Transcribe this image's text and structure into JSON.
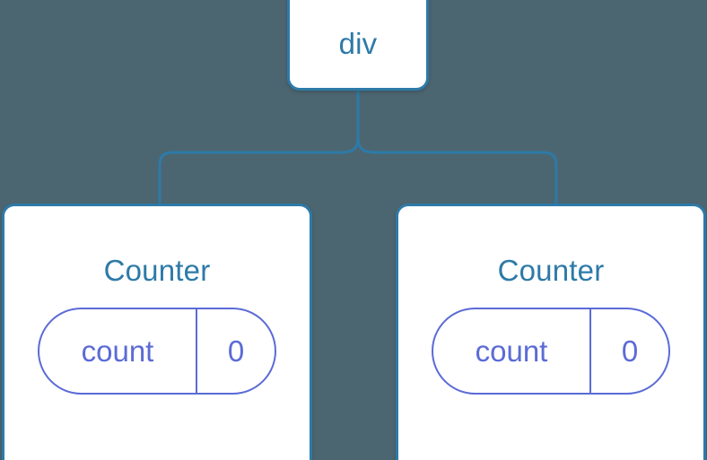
{
  "diagram": {
    "type": "component-tree",
    "background_color": "#4c6671",
    "node_border_color": "#2d7aa8",
    "node_text_color": "#2d7aa8",
    "state_color": "#5b6bd6",
    "connector_color": "#2d7aa8",
    "root": {
      "label": "div"
    },
    "children": [
      {
        "label": "Counter",
        "state": {
          "key": "count",
          "value": "0"
        }
      },
      {
        "label": "Counter",
        "state": {
          "key": "count",
          "value": "0"
        }
      }
    ]
  }
}
